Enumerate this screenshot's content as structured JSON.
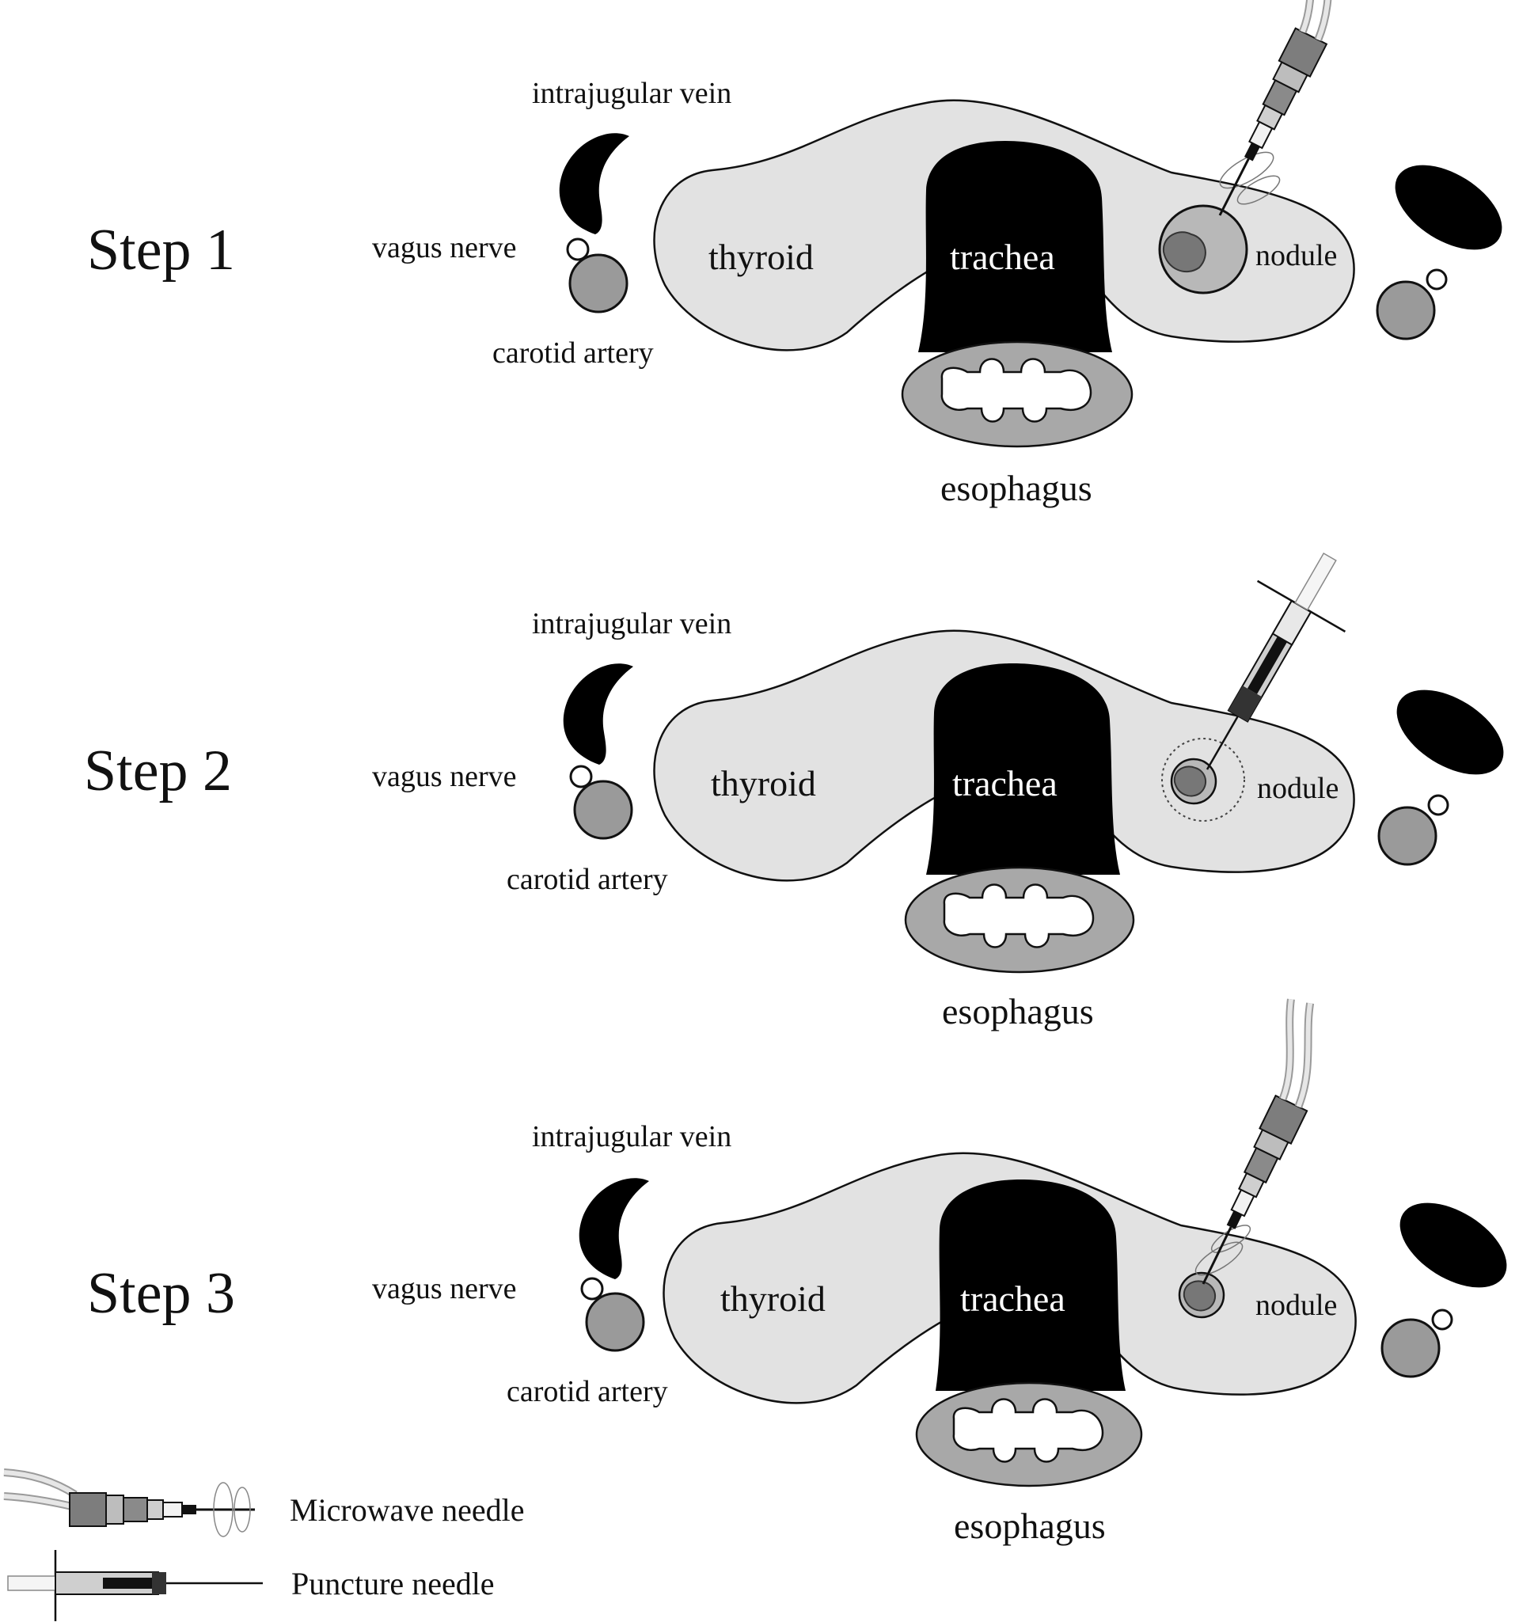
{
  "colors": {
    "thyroid_fill": "#e2e2e2",
    "organ_black": "#000000",
    "artery_gray": "#9a9a9a",
    "esophagus_gray": "#a8a8a8",
    "nodule_fill": "#b8b8b8",
    "nodule_core": "#777777",
    "outline": "#111111"
  },
  "labels": {
    "vein": "intrajugular  vein",
    "nerve": "vagus nerve",
    "artery": "carotid  artery",
    "thyroid": "thyroid",
    "trachea": "trachea",
    "nodule": "nodule",
    "esophagus": "esophagus"
  },
  "steps": [
    {
      "title": "Step 1",
      "instrument": "Microwave needle"
    },
    {
      "title": "Step 2",
      "instrument": "Puncture needle"
    },
    {
      "title": "Step 3",
      "instrument": "Microwave needle"
    }
  ],
  "legend": [
    {
      "label": "Microwave needle",
      "icon": "microwave-needle-icon"
    },
    {
      "label": "Puncture needle",
      "icon": "puncture-needle-icon"
    }
  ]
}
